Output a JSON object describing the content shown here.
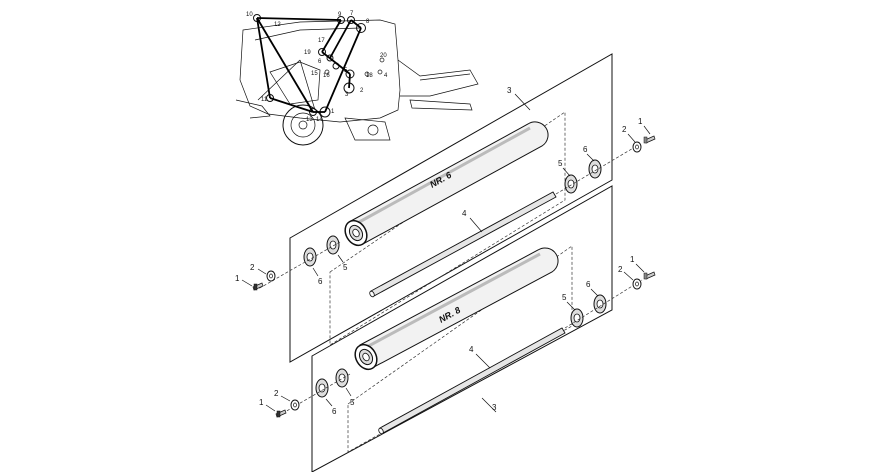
{
  "panels": [
    {
      "tag": "NR. 6"
    },
    {
      "tag": "NR. 8"
    }
  ],
  "callouts": {
    "p1_frame": "3",
    "p1_shaft": "4",
    "p1_r_bolt": "1",
    "p1_r_washer": "2",
    "p1_r_bearing": "5",
    "p1_r_flange": "6",
    "p1_l_bolt": "1",
    "p1_l_washer": "2",
    "p1_l_bearing": "5",
    "p1_l_flange": "6",
    "p2_frame": "3",
    "p2_shaft": "4",
    "p2_r_bolt": "1",
    "p2_r_washer": "2",
    "p2_r_bearing": "5",
    "p2_r_flange": "6",
    "p2_l_bolt": "1",
    "p2_l_washer": "2",
    "p2_l_bearing": "5",
    "p2_l_flange": "6"
  },
  "machine_labels": {
    "n10": "10",
    "n9": "9",
    "n7": "7",
    "n8": "8",
    "n12": "12",
    "n17": "17",
    "n19": "19",
    "n6": "6",
    "n15": "15",
    "n20": "20",
    "n16": "16",
    "n18": "18",
    "n5": "5",
    "n3": "3",
    "n4": "4",
    "n2": "2",
    "n11": "11",
    "n13": "13",
    "n14": "14",
    "n1": "1"
  }
}
